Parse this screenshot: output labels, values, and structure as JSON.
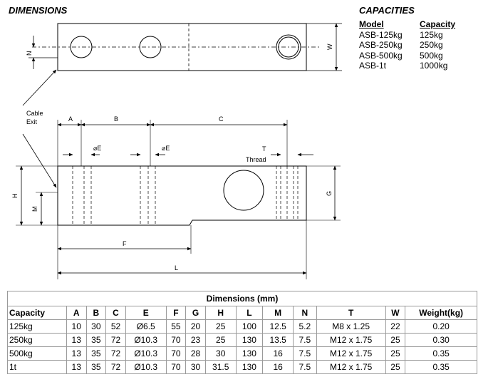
{
  "headings": {
    "dimensions": "DIMENSIONS",
    "capacities": "CAPACITIES"
  },
  "capacities": {
    "headers": [
      "Model",
      "Capacity"
    ],
    "rows": [
      [
        "ASB-125kg",
        "125kg"
      ],
      [
        "ASB-250kg",
        "250kg"
      ],
      [
        "ASB-500kg",
        "500kg"
      ],
      [
        "ASB-1t",
        "1000kg"
      ]
    ]
  },
  "drawing": {
    "cable": "Cable",
    "exit": "Exit",
    "thread": "Thread",
    "labels": {
      "A": "A",
      "B": "B",
      "C": "C",
      "E1": "⌀E",
      "E2": "⌀E",
      "T": "T",
      "F": "F",
      "L": "L",
      "H": "H",
      "M": "M",
      "G": "G",
      "N": "N",
      "W": "W"
    }
  },
  "table": {
    "caption": "Dimensions (mm)",
    "headers": [
      "Capacity",
      "A",
      "B",
      "C",
      "E",
      "F",
      "G",
      "H",
      "L",
      "M",
      "N",
      "T",
      "W",
      "Weight(kg)"
    ],
    "rows": [
      [
        "125kg",
        "10",
        "30",
        "52",
        "Ø6.5",
        "55",
        "20",
        "25",
        "100",
        "12.5",
        "5.2",
        "M8 x 1.25",
        "22",
        "0.20"
      ],
      [
        "250kg",
        "13",
        "35",
        "72",
        "Ø10.3",
        "70",
        "23",
        "25",
        "130",
        "13.5",
        "7.5",
        "M12 x 1.75",
        "25",
        "0.30"
      ],
      [
        "500kg",
        "13",
        "35",
        "72",
        "Ø10.3",
        "70",
        "28",
        "30",
        "130",
        "16",
        "7.5",
        "M12 x 1.75",
        "25",
        "0.35"
      ],
      [
        "1t",
        "13",
        "35",
        "72",
        "Ø10.3",
        "70",
        "30",
        "31.5",
        "130",
        "16",
        "7.5",
        "M12 x 1.75",
        "25",
        "0.35"
      ]
    ]
  }
}
